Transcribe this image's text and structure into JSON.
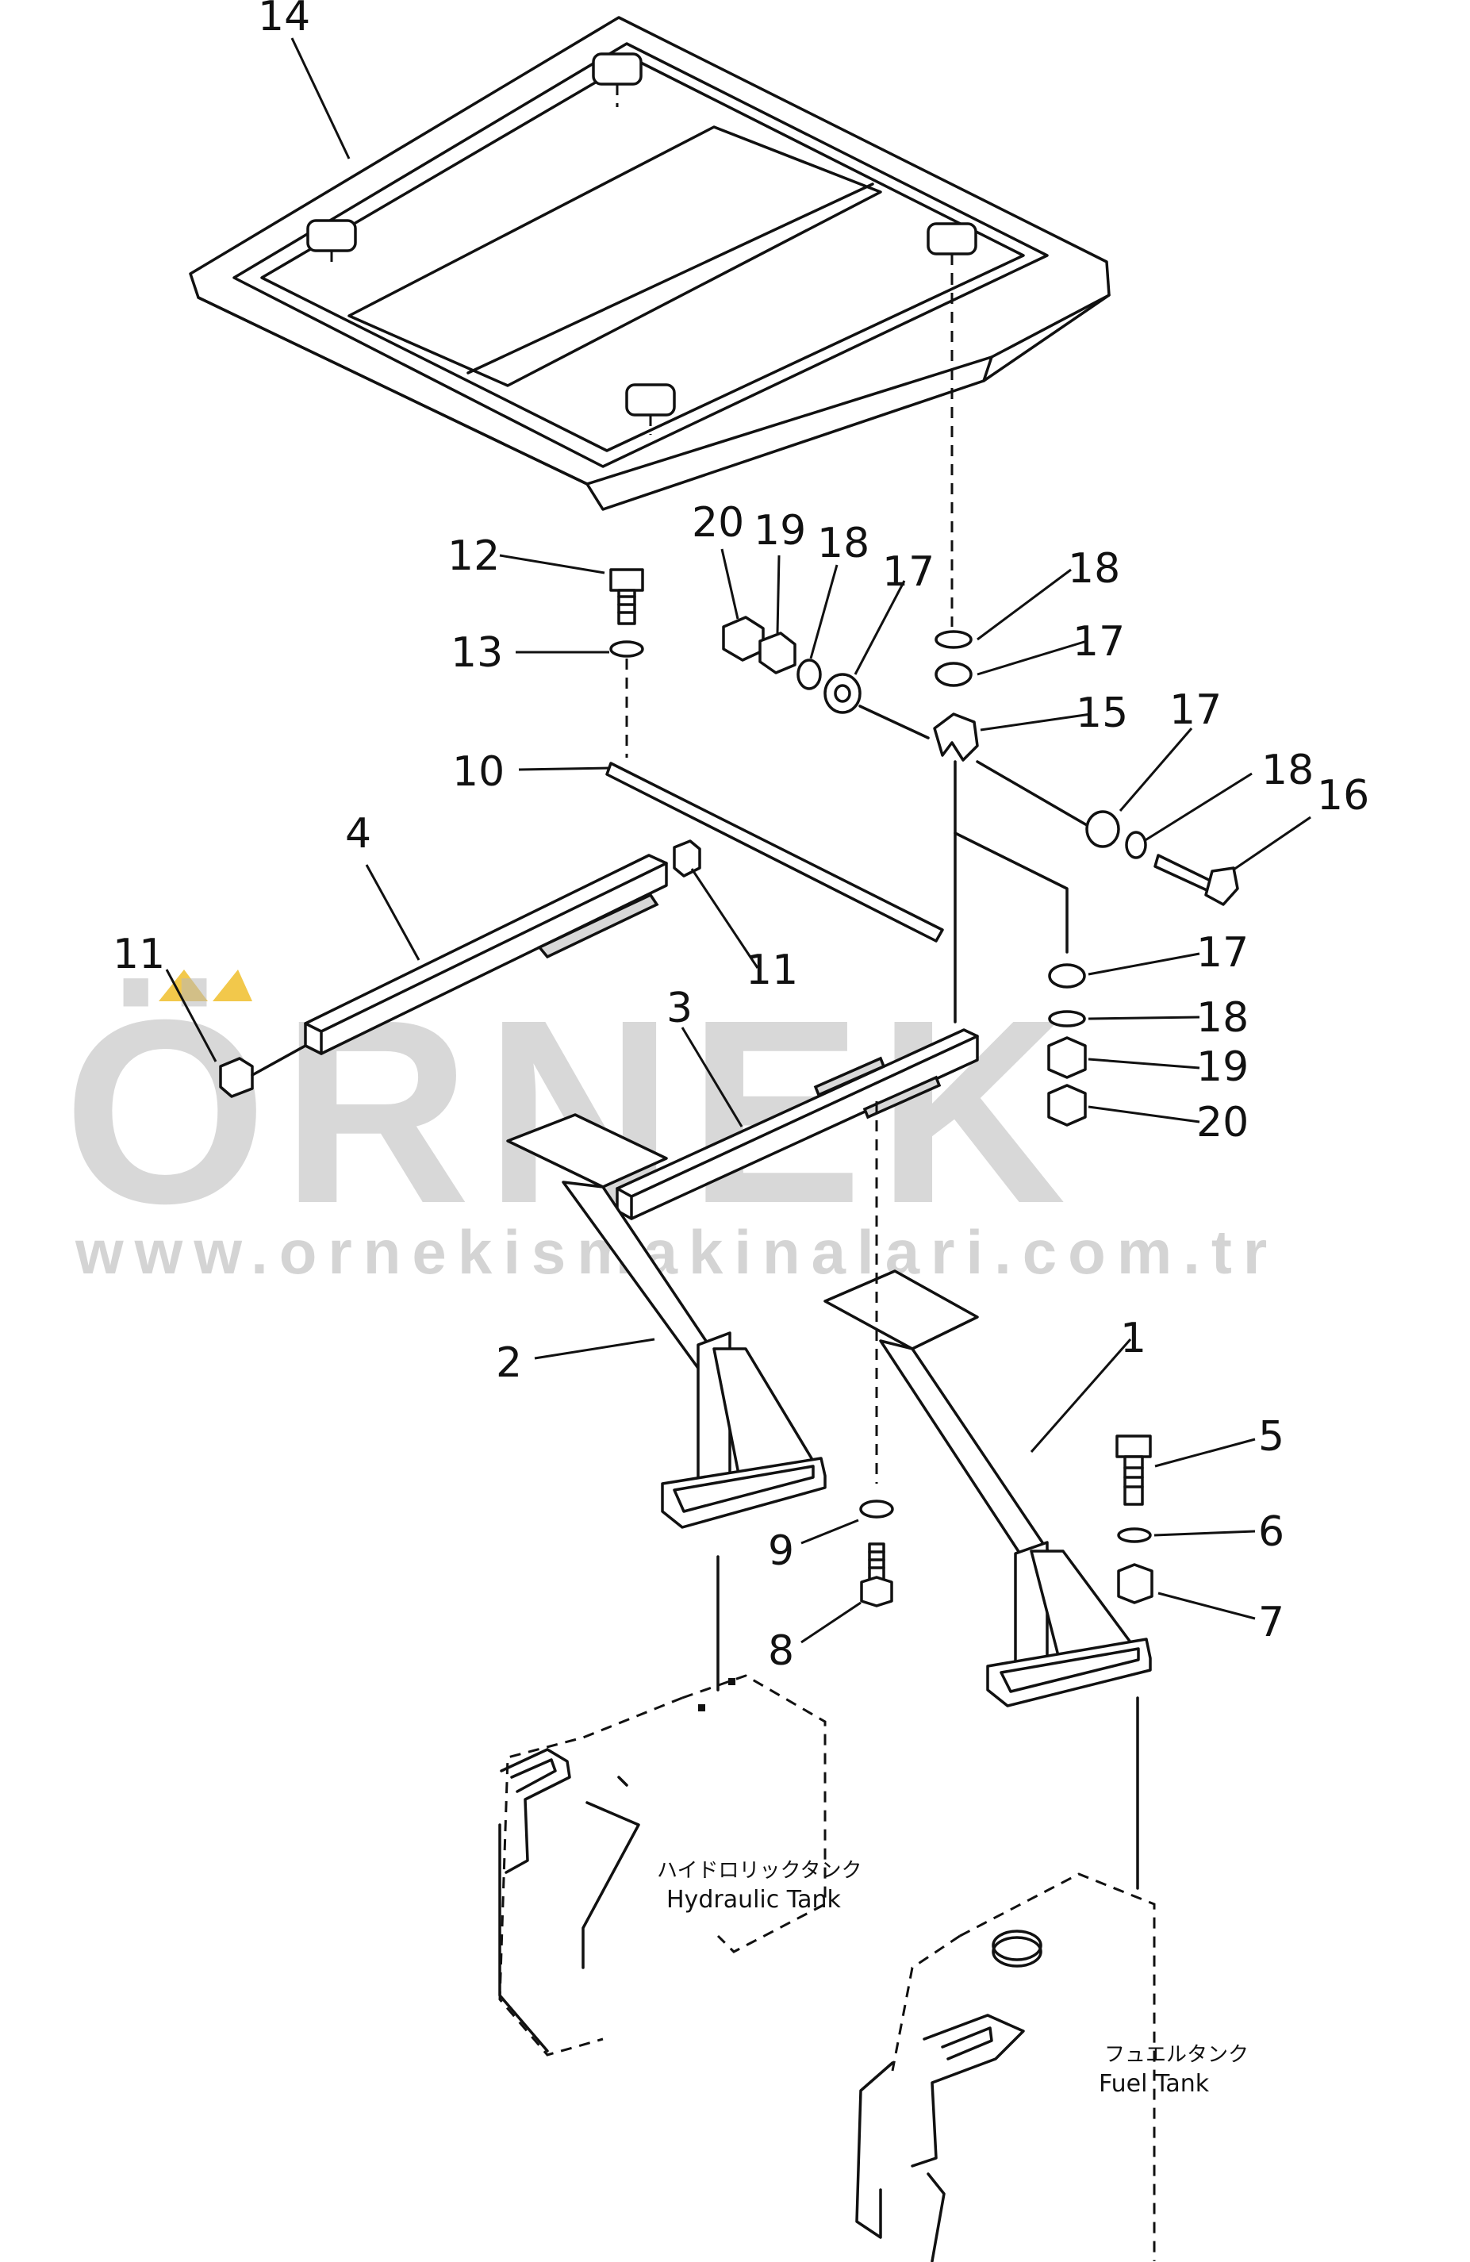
{
  "diagram": {
    "callouts": [
      {
        "id": "c14",
        "text": "14"
      },
      {
        "id": "c12",
        "text": "12"
      },
      {
        "id": "c13",
        "text": "13"
      },
      {
        "id": "c10",
        "text": "10"
      },
      {
        "id": "c20a",
        "text": "20"
      },
      {
        "id": "c19a",
        "text": "19"
      },
      {
        "id": "c18a",
        "text": "18"
      },
      {
        "id": "c17a",
        "text": "17"
      },
      {
        "id": "c18b",
        "text": "18"
      },
      {
        "id": "c17b",
        "text": "17"
      },
      {
        "id": "c15",
        "text": "15"
      },
      {
        "id": "c17c",
        "text": "17"
      },
      {
        "id": "c18c",
        "text": "18"
      },
      {
        "id": "c16",
        "text": "16"
      },
      {
        "id": "c4",
        "text": "4"
      },
      {
        "id": "c11a",
        "text": "11"
      },
      {
        "id": "c11b",
        "text": "11"
      },
      {
        "id": "c3",
        "text": "3"
      },
      {
        "id": "c17d",
        "text": "17"
      },
      {
        "id": "c18d",
        "text": "18"
      },
      {
        "id": "c19b",
        "text": "19"
      },
      {
        "id": "c20b",
        "text": "20"
      },
      {
        "id": "c2",
        "text": "2"
      },
      {
        "id": "c1",
        "text": "1"
      },
      {
        "id": "c5",
        "text": "5"
      },
      {
        "id": "c6",
        "text": "6"
      },
      {
        "id": "c7",
        "text": "7"
      },
      {
        "id": "c9",
        "text": "9"
      },
      {
        "id": "c8",
        "text": "8"
      }
    ],
    "hydraulic_tank": {
      "jp": "ハイドロリックタンク",
      "en": "Hydraulic  Tank"
    },
    "fuel_tank": {
      "jp": "フュエルタンク",
      "en": "Fuel  Tank"
    }
  },
  "watermark": {
    "brand": "ÖRNEK",
    "url": "www.ornekismakinalari.com.tr",
    "accent_color": "#f2c84b"
  }
}
